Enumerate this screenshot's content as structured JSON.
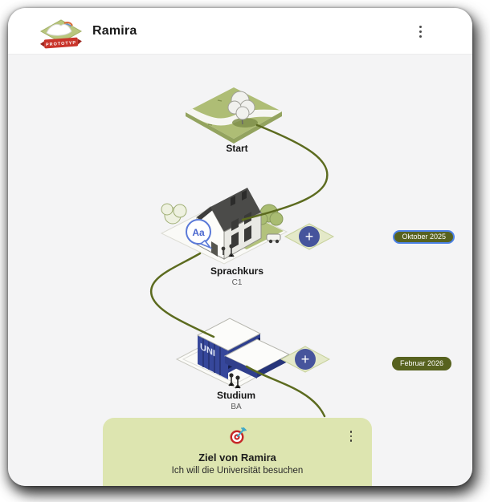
{
  "header": {
    "title": "Ramira",
    "logo_badge": "PROTOTYP"
  },
  "journey": {
    "milestones": [
      {
        "label": "Start",
        "sublabel": "",
        "date_badge": ""
      },
      {
        "label": "Sprachkurs",
        "sublabel": "C1",
        "date_badge": "Oktober 2025"
      },
      {
        "label": "Studium",
        "sublabel": "BA",
        "date_badge": "Februar 2026"
      }
    ],
    "add_button_label": "+",
    "sprachkurs_bubble_text": "Aa",
    "studium_sign_text": "UNI"
  },
  "goal": {
    "title": "Ziel von Ramira",
    "description": "Ich will die Universität besuchen",
    "icon": "target-icon"
  },
  "colors": {
    "path_olive": "#5c6b1f",
    "tile_green": "#aebd75",
    "badge_bg": "#57621f",
    "badge_focus_border": "#4c82e8",
    "plus_blue": "#46549c",
    "card_bg": "#dde5b0",
    "ribbon_red": "#c9342a"
  }
}
